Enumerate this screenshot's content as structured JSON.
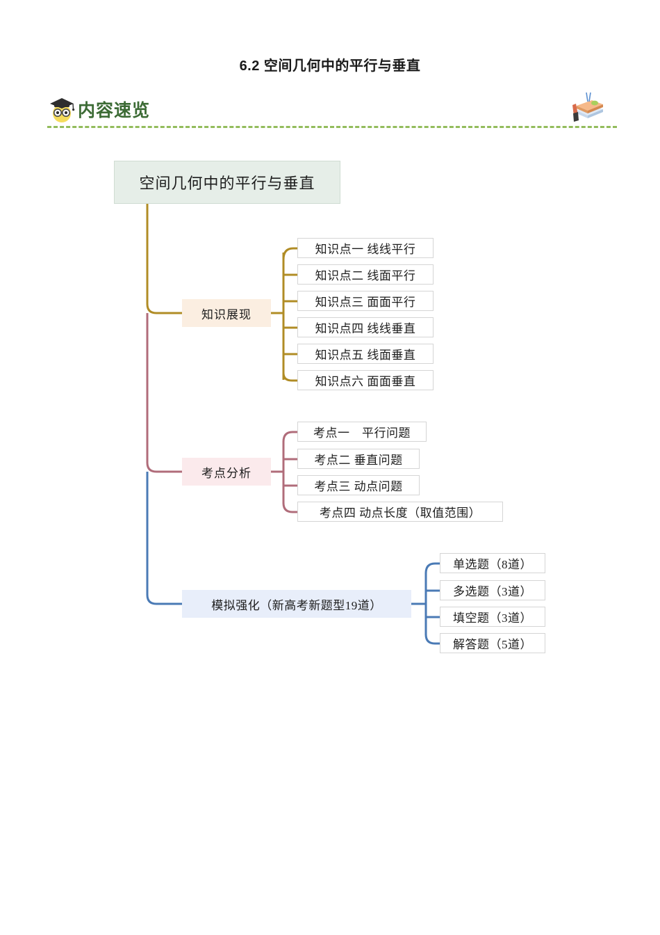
{
  "document": {
    "title": "6.2 空间几何中的平行与垂直"
  },
  "section": {
    "label": "内容速览",
    "icon_left": "graduation-owl-icon",
    "icon_right": "books-stack-icon",
    "divider_color": "#93bc5c",
    "label_color": "#3c6b35"
  },
  "mindmap": {
    "root": {
      "label": "空间几何中的平行与垂直",
      "fill": "#e6eee8"
    },
    "branches": [
      {
        "id": "knowledge",
        "label": "知识展现",
        "fill": "#fbeee1",
        "line_color": "#b08c25",
        "children": [
          {
            "label": "知识点一  线线平行"
          },
          {
            "label": "知识点二  线面平行"
          },
          {
            "label": "知识点三  面面平行"
          },
          {
            "label": "知识点四  线线垂直"
          },
          {
            "label": "知识点五  线面垂直"
          },
          {
            "label": "知识点六  面面垂直"
          }
        ]
      },
      {
        "id": "exam-points",
        "label": "考点分析",
        "fill": "#fbeaec",
        "line_color": "#b06c7a",
        "children": [
          {
            "label": "考点一　平行问题"
          },
          {
            "label": "考点二  垂直问题"
          },
          {
            "label": "考点三  动点问题"
          },
          {
            "label": "考点四  动点长度（取值范围）"
          }
        ]
      },
      {
        "id": "simulation",
        "label": "模拟强化（新高考新题型19道）",
        "fill": "#e8eefa",
        "line_color": "#4a7ab5",
        "children": [
          {
            "label": "单选题（8道）"
          },
          {
            "label": "多选题（3道）"
          },
          {
            "label": "填空题（3道）"
          },
          {
            "label": "解答题（5道）"
          }
        ]
      }
    ]
  }
}
